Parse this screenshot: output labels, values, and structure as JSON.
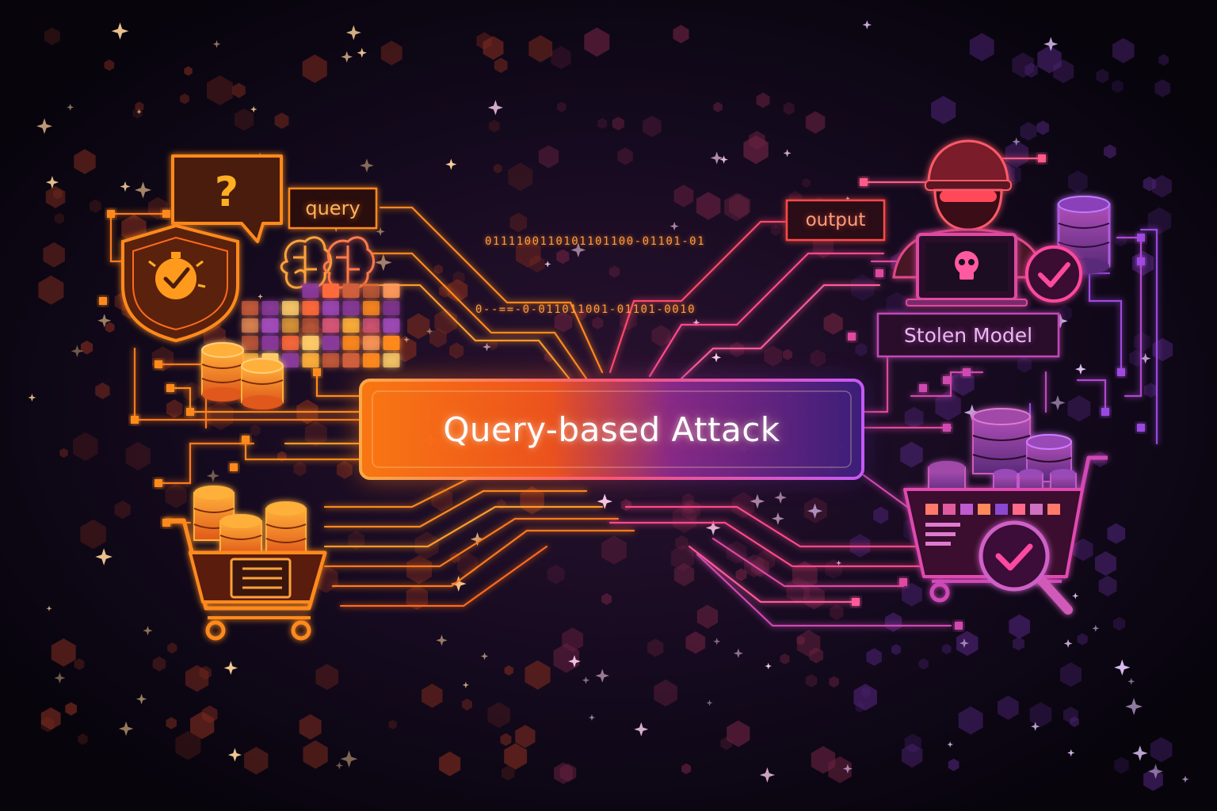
{
  "title": "Query-based Attack",
  "labels": {
    "query": "query",
    "output": "output",
    "stolen_model": "Stolen Model"
  },
  "binary_streams": [
    "0111100110101101100-01101-01",
    "0--==-0-011011001-01101-0010"
  ],
  "icons": {
    "left": [
      "question-bubble-icon",
      "shield-check-icon",
      "brain-icon",
      "data-grid-icon",
      "database-icon",
      "shopping-cart-icon"
    ],
    "right": [
      "hacker-icon",
      "laptop-skull-icon",
      "database-icon",
      "check-badge-icon",
      "shopping-cart-icon",
      "magnifier-check-icon"
    ]
  },
  "colors": {
    "background": "#0b0714",
    "accent_orange": "#ff8a1f",
    "accent_magenta": "#e0459a",
    "accent_violet": "#8a3fd8"
  }
}
